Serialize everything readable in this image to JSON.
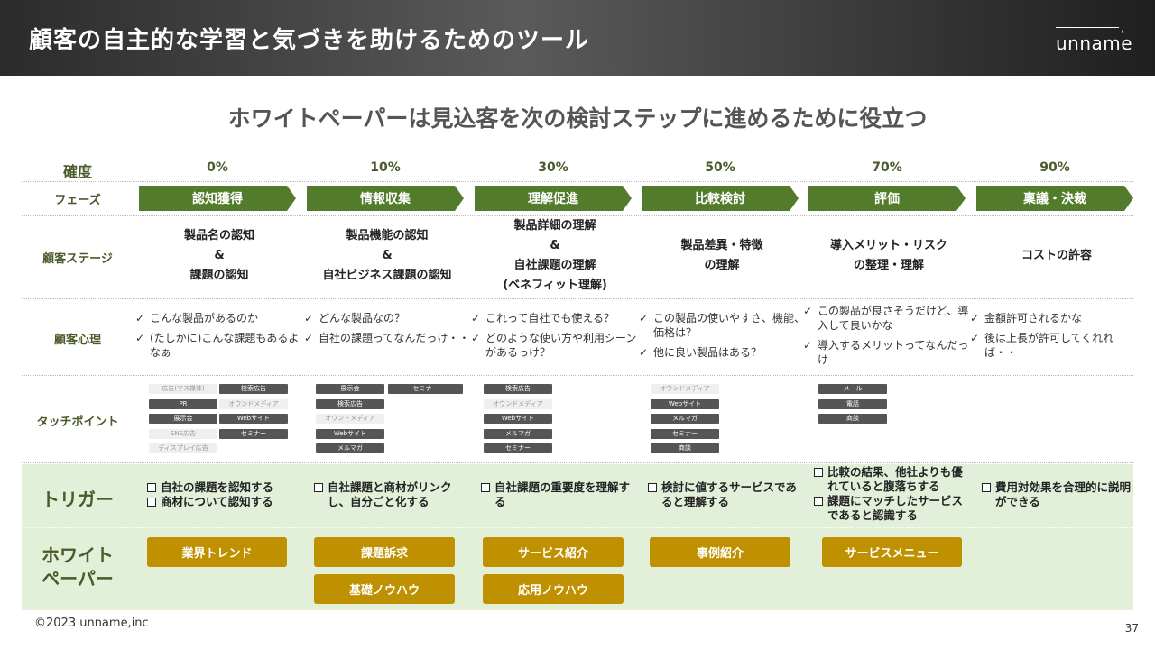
{
  "header": {
    "title": "顧客の自主的な学習と気づきを助けるためのツール",
    "logo_text": "unname"
  },
  "subtitle": "ホワイトペーパーは見込客を次の検討ステップに進めるために役立つ",
  "row_labels": {
    "certainty": "確度",
    "phase": "フェーズ",
    "stage": "顧客ステージ",
    "psychology": "顧客心理",
    "touchpoint": "タッチポイント",
    "trigger": "トリガー",
    "whitepaper": [
      "ホワイト",
      "ペーパー"
    ]
  },
  "columns": [
    {
      "certainty": "0%",
      "phase": "認知獲得",
      "stage": [
        "製品名の認知",
        "&",
        "課題の認知"
      ],
      "psychology": [
        "こんな製品があるのか",
        "(たしかに)こんな課題もあるよなぁ"
      ],
      "touchpoints": [
        {
          "label": "広告(マス媒体)",
          "style": "light"
        },
        {
          "label": "検索広告",
          "style": "dark"
        },
        {
          "label": "PR",
          "style": "dark"
        },
        {
          "label": "オウンドメディア",
          "style": "light"
        },
        {
          "label": "展示会",
          "style": "dark"
        },
        {
          "label": "Webサイト",
          "style": "dark"
        },
        {
          "label": "SNS広告",
          "style": "light"
        },
        {
          "label": "セミナー",
          "style": "dark"
        },
        {
          "label": "ディスプレイ広告",
          "style": "light"
        }
      ],
      "trigger": [
        "自社の課題を認知する",
        "商材について認知する"
      ],
      "whitepapers": [
        "業界トレンド"
      ]
    },
    {
      "certainty": "10%",
      "phase": "情報収集",
      "stage": [
        "製品機能の認知",
        "&",
        "自社ビジネス課題の認知"
      ],
      "psychology": [
        "どんな製品なの？",
        "自社の課題ってなんだっけ・・"
      ],
      "touchpoints": [
        {
          "label": "展示会",
          "style": "dark"
        },
        {
          "label": "セミナー",
          "style": "dark"
        },
        {
          "label": "検索広告",
          "style": "dark"
        },
        {
          "label": "オウンドメディア",
          "style": "light"
        },
        {
          "label": "Webサイト",
          "style": "dark"
        },
        {
          "label": "メルマガ",
          "style": "dark"
        }
      ],
      "trigger": [
        "自社課題と商材がリンクし、自分ごと化する"
      ],
      "whitepapers": [
        "課題訴求",
        "基礎ノウハウ"
      ]
    },
    {
      "certainty": "30%",
      "phase": "理解促進",
      "stage": [
        "製品詳細の理解",
        "&",
        "自社課題の理解",
        "(ベネフィット理解)"
      ],
      "psychology": [
        "これって自社でも使える？",
        "どのような使い方や利用シーンがあるっけ？"
      ],
      "touchpoints": [
        {
          "label": "検索広告",
          "style": "dark"
        },
        {
          "label": "オウンドメディア",
          "style": "light"
        },
        {
          "label": "Webサイト",
          "style": "dark"
        },
        {
          "label": "メルマガ",
          "style": "dark"
        },
        {
          "label": "セミナー",
          "style": "dark"
        }
      ],
      "trigger": [
        "自社課題の重要度を理解する"
      ],
      "whitepapers": [
        "サービス紹介",
        "応用ノウハウ"
      ]
    },
    {
      "certainty": "50%",
      "phase": "比較検討",
      "stage": [
        "製品差異・特徴",
        "の理解"
      ],
      "psychology": [
        "この製品の使いやすさ、機能、価格は？",
        "他に良い製品はある？"
      ],
      "touchpoints": [
        {
          "label": "オウンドメディア",
          "style": "light"
        },
        {
          "label": "Webサイト",
          "style": "dark"
        },
        {
          "label": "メルマガ",
          "style": "dark"
        },
        {
          "label": "セミナー",
          "style": "dark"
        },
        {
          "label": "商談",
          "style": "dark"
        }
      ],
      "trigger": [
        "検討に値するサービスであると理解する"
      ],
      "whitepapers": [
        "事例紹介"
      ]
    },
    {
      "certainty": "70%",
      "phase": "評価",
      "stage": [
        "導入メリット・リスク",
        "の整理・理解"
      ],
      "psychology": [
        "この製品が良さそうだけど、導入して良いかな",
        "導入するメリットってなんだっけ"
      ],
      "touchpoints": [
        {
          "label": "メール",
          "style": "dark"
        },
        {
          "label": "電話",
          "style": "dark"
        },
        {
          "label": "商談",
          "style": "dark"
        }
      ],
      "trigger": [
        "比較の結果、他社よりも優れていると腹落ちする",
        "課題にマッチしたサービスであると認識する"
      ],
      "whitepapers": [
        "サービスメニュー"
      ]
    },
    {
      "certainty": "90%",
      "phase": "稟議・決裁",
      "stage": [
        "コストの許容"
      ],
      "psychology": [
        "金額許可されるかな",
        "後は上長が許可してくれれば・・"
      ],
      "touchpoints": [],
      "trigger": [
        "費用対効果を合理的に説明ができる"
      ],
      "whitepapers": []
    }
  ],
  "footer": {
    "copyright": "©2023 unname,inc",
    "page_number": "37"
  }
}
